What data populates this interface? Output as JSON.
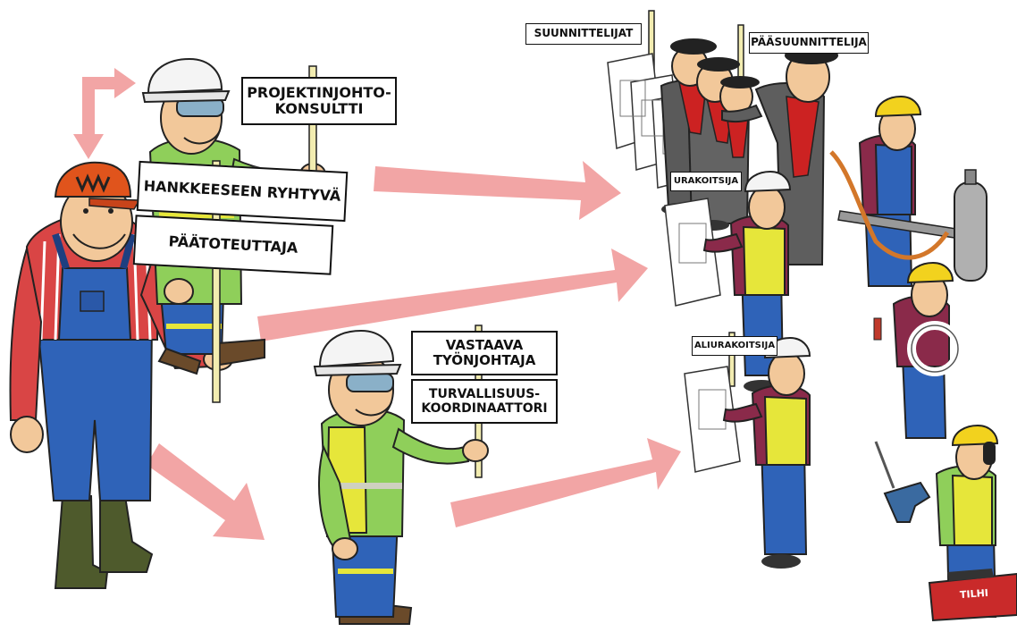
{
  "signs": {
    "projektinjohto": "PROJEKTINJOHTO-\nKONSULTTI",
    "hankkeeseen": "HANKKEESEEN RYHTYVÄ",
    "paatoteuttaja": "PÄÄTOTEUTTAJA",
    "suunnittelijat": "SUUNNITTELIJAT",
    "paasuunnittelija": "PÄÄSUUNNITTELIJA",
    "urakoitsija": "URAKOITSIJA",
    "vastaava": "VASTAAVA\nTYÖNJOHTAJA",
    "turvallisuus": "TURVALLISUUS-\nKOORDINAATTORI",
    "aliurakoitsija": "ALIURAKOITSIJA",
    "toolbox": "TILHI"
  },
  "colors": {
    "arrow": "#f2a5a5",
    "overalls_blue": "#2f63b8",
    "shirt_green": "#8fcf5a",
    "vest_yellow": "#e6e63a",
    "helmet_white": "#f4f4f4",
    "helmet_yellow": "#f2d21e",
    "cap_orange": "#e0541c",
    "scarf_red": "#cc2222",
    "toolbox_red": "#c92a2a"
  }
}
